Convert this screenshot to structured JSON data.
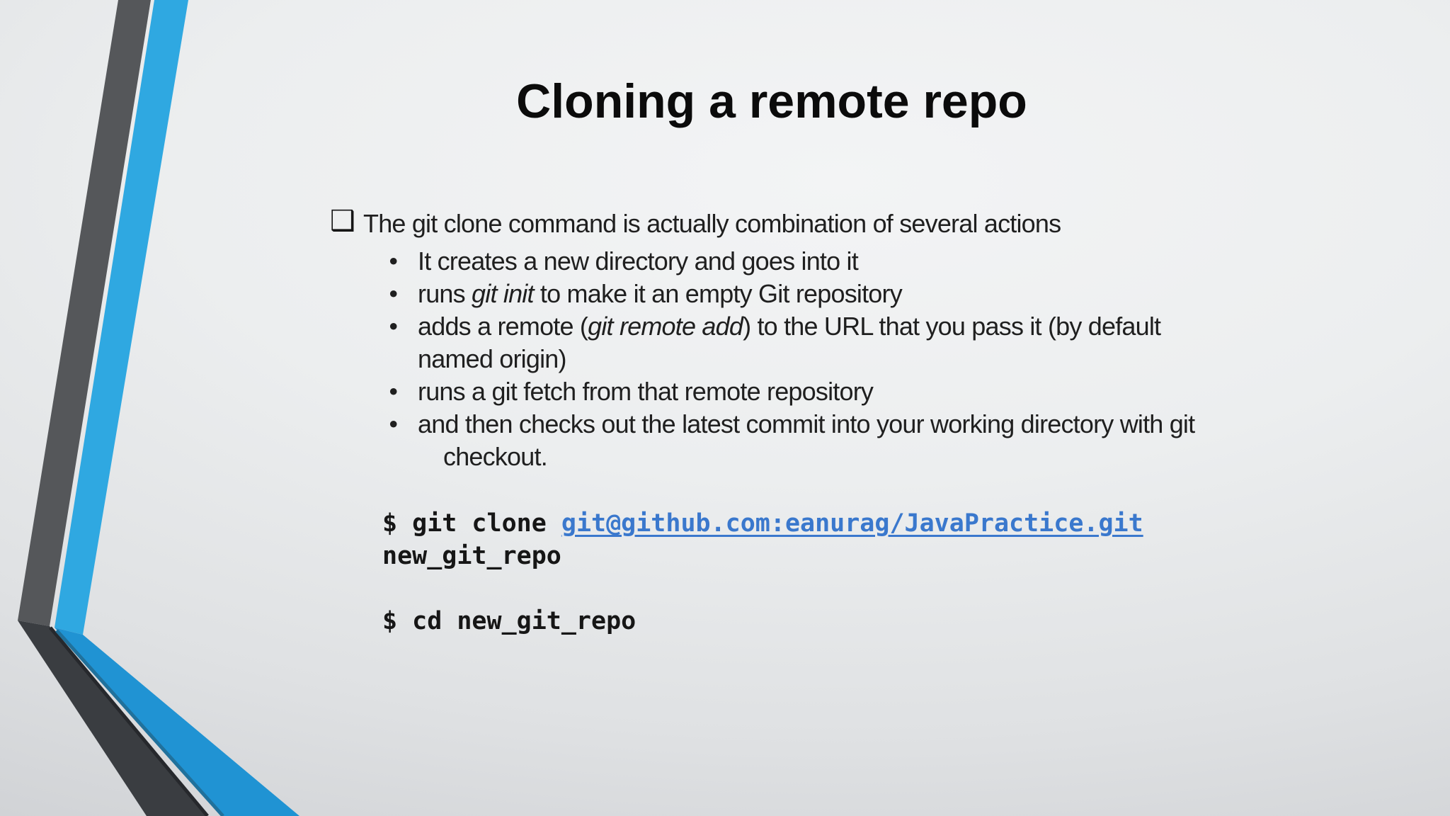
{
  "slide": {
    "title": "Cloning a remote repo",
    "main_bullet": {
      "marker": "❑",
      "text": "The git clone command is actually combination of several actions"
    },
    "sub_bullets": [
      {
        "marker": "•",
        "lines": [
          {
            "segs": [
              {
                "t": "It creates a new directory and goes into it"
              }
            ]
          }
        ]
      },
      {
        "marker": "•",
        "lines": [
          {
            "segs": [
              {
                "t": "runs "
              },
              {
                "t": "git init",
                "italic": true
              },
              {
                "t": " to make it an empty Git repository"
              }
            ]
          }
        ]
      },
      {
        "marker": "•",
        "lines": [
          {
            "segs": [
              {
                "t": "adds a remote ("
              },
              {
                "t": "git remote add",
                "italic": true
              },
              {
                "t": ") to the URL that you pass it (by default"
              }
            ]
          },
          {
            "segs": [
              {
                "t": "named origin)"
              }
            ]
          }
        ]
      },
      {
        "marker": "•",
        "lines": [
          {
            "segs": [
              {
                "t": "runs a git fetch from that remote repository"
              }
            ]
          }
        ]
      },
      {
        "marker": "•",
        "lines": [
          {
            "segs": [
              {
                "t": "and then checks out the latest commit into your working directory with git"
              }
            ]
          },
          {
            "indent": true,
            "segs": [
              {
                "t": "checkout."
              }
            ]
          }
        ]
      }
    ],
    "code": {
      "line1_prompt": "$ git clone ",
      "line1_link": "git@github.com:eanurag/JavaPractice.git",
      "line2": "new_git_repo",
      "line4": "$ cd new_git_repo"
    },
    "colors": {
      "link": "#3a78cd",
      "title_text": "#0b0b0b",
      "body_text": "#1f1f1f",
      "ribbon_gray_upper": "#55575a",
      "ribbon_gray_lower": "#3a3d41",
      "ribbon_gray_edge": "#26282c",
      "ribbon_blue_upper": "#2fa8e1",
      "ribbon_blue_lower": "#2093d3",
      "ribbon_blue_edge": "#20719c"
    }
  }
}
